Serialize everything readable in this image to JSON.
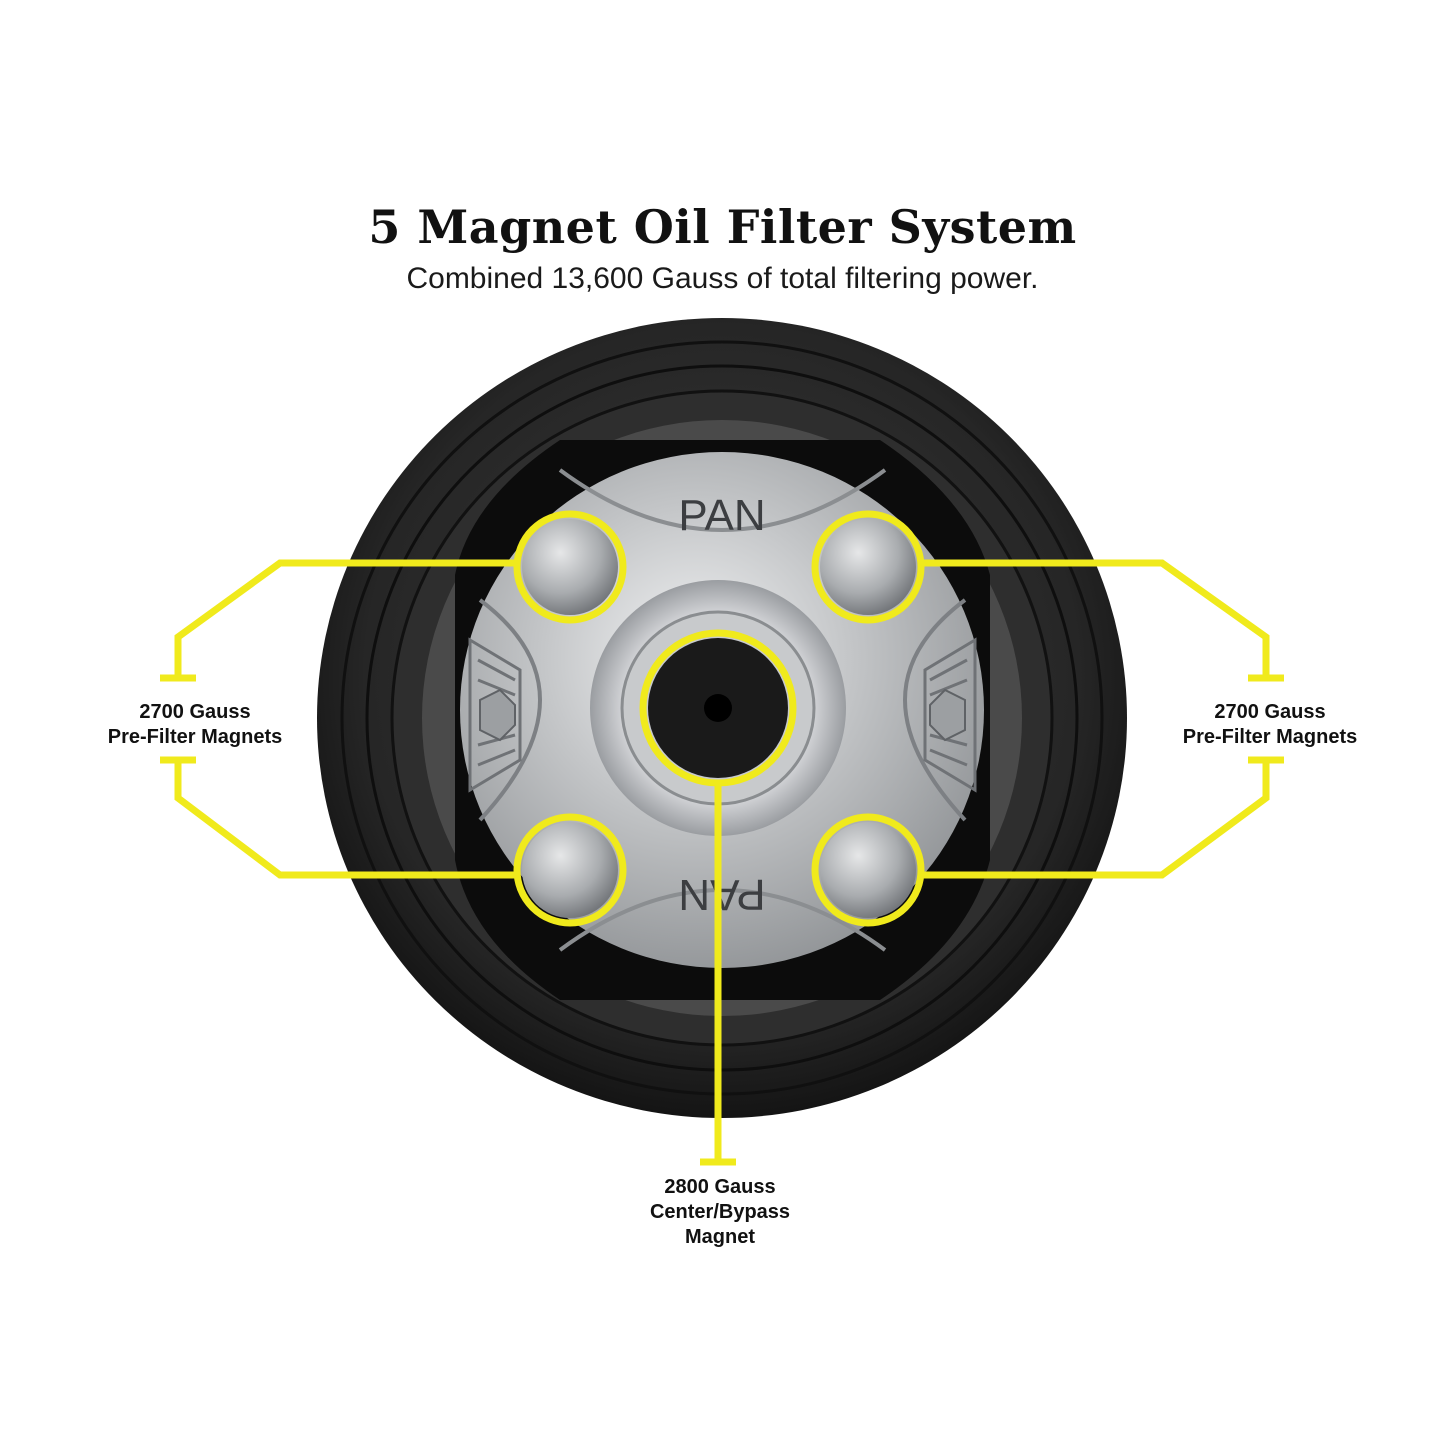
{
  "header": {
    "title": "5 Magnet Oil Filter System",
    "subtitle": "Combined 13,600 Gauss of total filtering power."
  },
  "cap": {
    "top_stamp": "PAN",
    "bottom_stamp": "PAN"
  },
  "callouts": {
    "left": {
      "line1": "2700 Gauss",
      "line2": "Pre-Filter Magnets"
    },
    "right": {
      "line1": "2700 Gauss",
      "line2": "Pre-Filter Magnets"
    },
    "center": {
      "line1": "2800 Gauss",
      "line2": "Center/Bypass",
      "line3": "Magnet"
    }
  },
  "colors": {
    "highlight": "#f0ea1c",
    "gasket": "#2b2b2b",
    "metal": "#c9cbcd"
  }
}
